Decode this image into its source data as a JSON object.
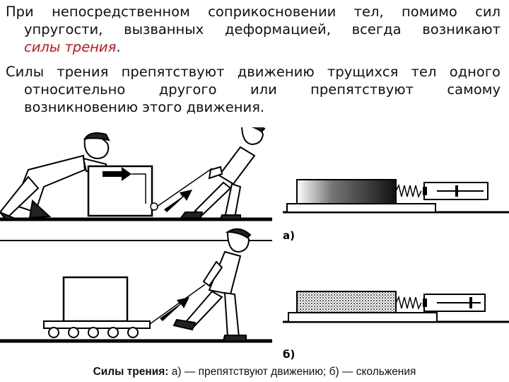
{
  "paragraph1": {
    "line1": "При непосредственном соприкосновении тел, помимо сил",
    "line2": "упругости, вызванных деформацией, всегда возникают",
    "highlight": "силы трения",
    "tail": "."
  },
  "paragraph2": {
    "line1": "Силы трения препятствуют движению трущихся тел одного",
    "line2": "относительно другого или препятствуют самому",
    "line3": "возникновению этого движения."
  },
  "figure": {
    "label_a": "а)",
    "label_b": "б)"
  },
  "caption": {
    "bold": "Силы трения:",
    "rest": " а)  — препятствуют движению; б) — скольжения"
  },
  "colors": {
    "accent_red": "#c4161c"
  }
}
